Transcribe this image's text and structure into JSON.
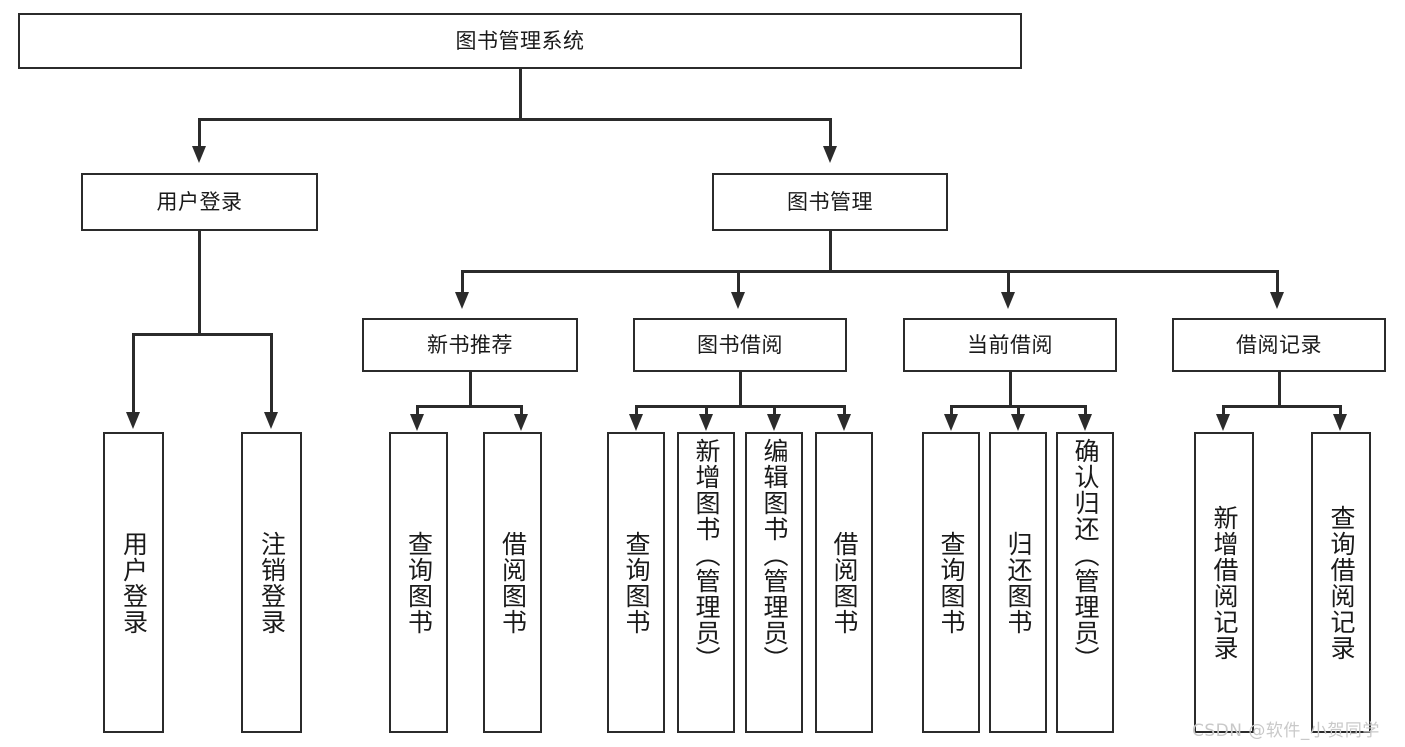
{
  "diagram": {
    "type": "tree-hierarchy",
    "title": "图书管理系统",
    "root": {
      "label": "图书管理系统"
    },
    "level1": [
      {
        "label": "用户登录"
      },
      {
        "label": "图书管理"
      }
    ],
    "level2": [
      {
        "label": "新书推荐"
      },
      {
        "label": "图书借阅"
      },
      {
        "label": "当前借阅"
      },
      {
        "label": "借阅记录"
      }
    ],
    "leaves": [
      {
        "label": "用户登录"
      },
      {
        "label": "注销登录"
      },
      {
        "label": "查询图书"
      },
      {
        "label": "借阅图书"
      },
      {
        "label": "查询图书"
      },
      {
        "label": "新增图书（管理员）"
      },
      {
        "label": "编辑图书（管理员）"
      },
      {
        "label": "借阅图书"
      },
      {
        "label": "查询图书"
      },
      {
        "label": "归还图书"
      },
      {
        "label": "确认归还（管理员）"
      },
      {
        "label": "新增借阅记录"
      },
      {
        "label": "查询借阅记录"
      }
    ]
  },
  "watermark": {
    "text": "CSDN @软件_小贺同学"
  },
  "colors": {
    "stroke": "#2b2b2b",
    "fill": "#ffffff",
    "text": "#1a1a1a",
    "watermark": "#c9c9c9"
  }
}
